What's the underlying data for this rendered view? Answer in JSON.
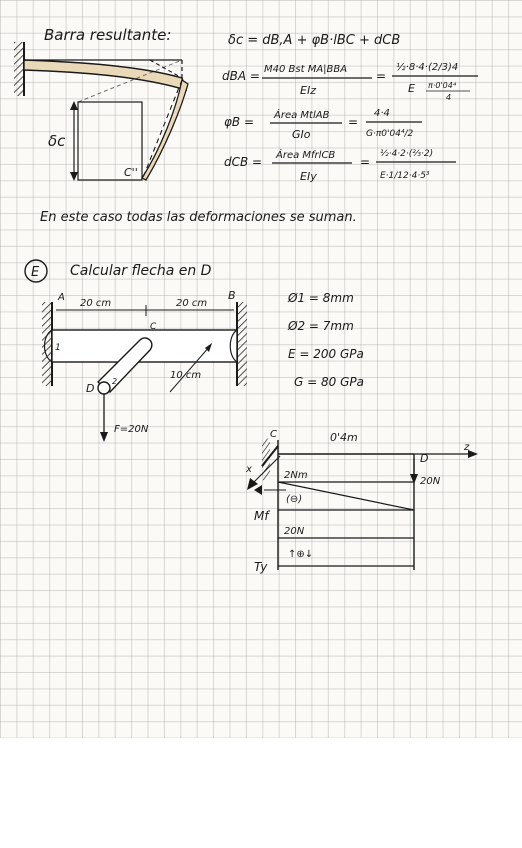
{
  "part1": {
    "title": "Barra resultante:",
    "sc_label": "δc",
    "point_c": "C''",
    "eq_main": "δc = dB,A + φB·lBC + dCB",
    "eq_dba_lhs": "dBA =",
    "eq_dba_num": "M40 Bst MA|BBA",
    "eq_dba_den": "EIz",
    "eq_dba_rhs_num": "½·8·4·(2/3)4",
    "eq_dba_rhs_den_left": "E",
    "eq_dba_rhs_den_frac_num": "π·0'04⁴",
    "eq_dba_rhs_den_frac_den": "4",
    "eq_phi_lhs": "φB =",
    "eq_phi_num": "Área MtlAB",
    "eq_phi_den": "GIo",
    "eq_phi_rhs_num": "4·4",
    "eq_phi_rhs_den": "G·π0'04⁴/2",
    "eq_dcb_lhs": "dCB =",
    "eq_dcb_num": "Área MfrlCB",
    "eq_dcb_den": "EIy",
    "eq_dcb_rhs_num": "½·4·2·(⅔·2)",
    "eq_dcb_rhs_den": "E·1/12·4·5³",
    "conclusion": "En este caso todas las deformaciones se suman."
  },
  "part2": {
    "marker": "E",
    "title": "Calcular flecha en D",
    "label_a": "A",
    "label_b": "B",
    "label_c": "C",
    "label_d": "D",
    "dim_ac": "20 cm",
    "dim_cb": "20 cm",
    "dim_cd": "10 cm",
    "sec_1": "1",
    "sec_2": "2",
    "force": "F=20N",
    "params": [
      "Ø1 = 8mm",
      "Ø2 = 7mm",
      "E = 200 GPa",
      "G = 80 GPa"
    ],
    "diagram": {
      "label_c": "C",
      "length": "0'4m",
      "label_d": "D",
      "axis_z": "z",
      "axis_x": "x",
      "load": "20N",
      "moment_value": "2Nm",
      "moment_sign": "(⊖)",
      "moment_label": "Mf",
      "shear_value": "20N",
      "shear_sign": "↑⊕↓",
      "shear_label": "Ty"
    }
  }
}
